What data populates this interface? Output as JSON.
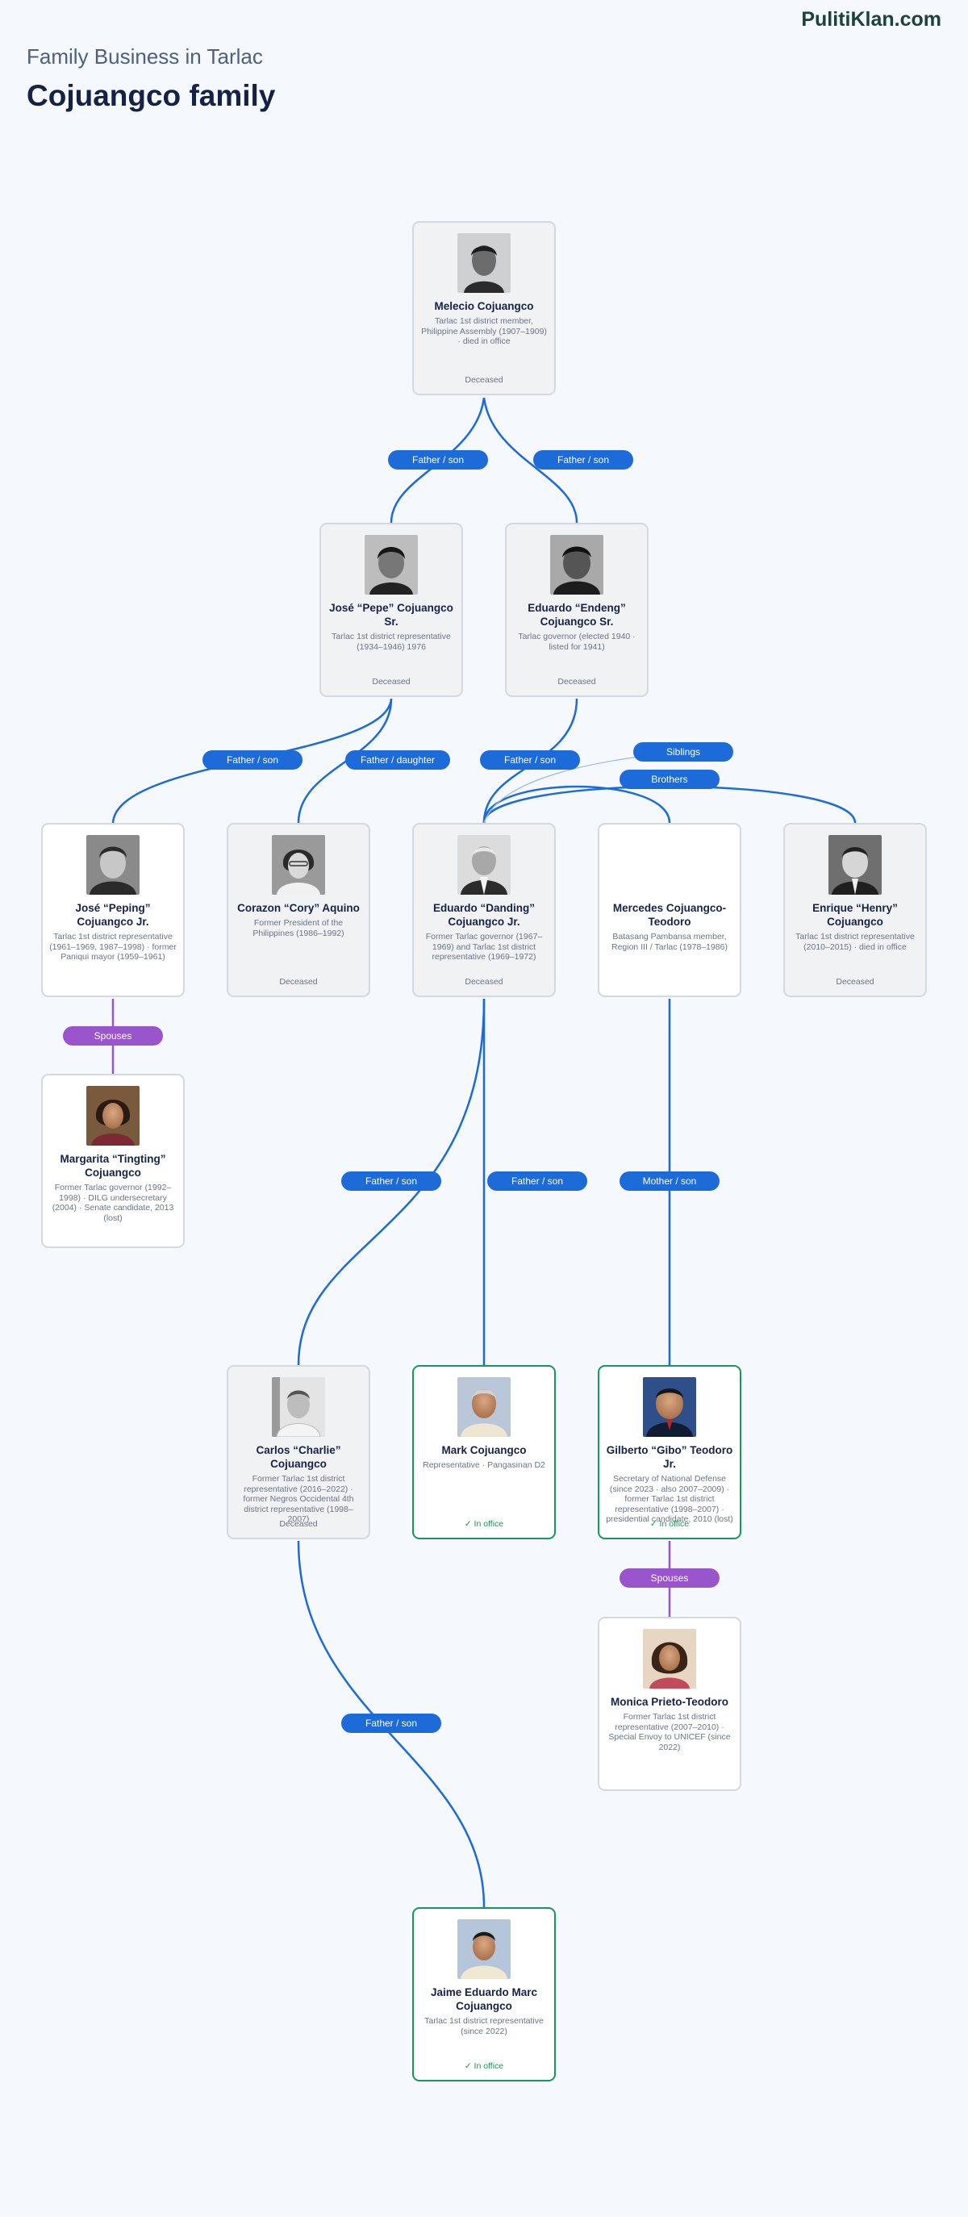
{
  "header": {
    "brand": "PulitiKlan.com",
    "kicker": "Family Business in Tarlac",
    "title": "Cojuangco family"
  },
  "colors": {
    "father_link": "#1c6bd9",
    "spouse_link": "#9a55cc",
    "in_office": "#169858",
    "card_border": "#d3d9e2"
  },
  "people": {
    "melecio": {
      "name": "Melecio Cojuangco",
      "desc": "Tarlac 1st district member, Philippine Assembly (1907–1909) · died in office",
      "status": "Deceased"
    },
    "pepe": {
      "name": "José “Pepe” Cojuangco Sr.",
      "desc": "Tarlac 1st district representative (1934–1946) 1976",
      "status": "Deceased"
    },
    "endeng": {
      "name": "Eduardo “Endeng” Cojuangco Sr.",
      "desc": "Tarlac governor (elected 1940 · listed for 1941)",
      "status": "Deceased"
    },
    "peping": {
      "name": "José “Peping” Cojuangco Jr.",
      "desc": "Tarlac 1st district representative (1961–1969, 1987–1998) · former Paniqui mayor (1959–1961)",
      "status": ""
    },
    "cory": {
      "name": "Corazon “Cory” Aquino",
      "desc": "Former President of the Philippines (1986–1992)",
      "status": "Deceased"
    },
    "danding": {
      "name": "Eduardo “Danding” Cojuangco Jr.",
      "desc": "Former Tarlac governor (1967–1969) and Tarlac 1st district representative (1969–1972)",
      "status": "Deceased"
    },
    "mercedes": {
      "name": "Mercedes Cojuangco-Teodoro",
      "desc": "Batasang Pambansa member, Region III / Tarlac (1978–1986)",
      "status": ""
    },
    "henry": {
      "name": "Enrique “Henry” Cojuangco",
      "desc": "Tarlac 1st district representative (2010–2015) · died in office",
      "status": "Deceased"
    },
    "tingting": {
      "name": "Margarita “Tingting” Cojuangco",
      "desc": "Former Tarlac governor (1992–1998) · DILG undersecretary (2004) · Senate candidate, 2013 (lost)",
      "status": ""
    },
    "charlie": {
      "name": "Carlos “Charlie” Cojuangco",
      "desc": "Former Tarlac 1st district representative (2016–2022) · former Negros Occidental 4th district representative (1998–2007)",
      "status": "Deceased"
    },
    "mark": {
      "name": "Mark Cojuangco",
      "desc": "Representative · Pangasinan D2",
      "status": "✓ In office"
    },
    "gibo": {
      "name": "Gilberto “Gibo” Teodoro Jr.",
      "desc": "Secretary of National Defense (since 2023 · also 2007–2009) · former Tarlac 1st district representative (1998–2007) · presidential candidate, 2010 (lost)",
      "status": "✓ In office"
    },
    "monica": {
      "name": "Monica Prieto-Teodoro",
      "desc": "Former Tarlac 1st district representative (2007–2010) · Special Envoy to UNICEF (since 2022)",
      "status": ""
    },
    "jaime": {
      "name": "Jaime Eduardo Marc Cojuangco",
      "desc": "Tarlac 1st district representative (since 2022)",
      "status": "✓ In office"
    }
  },
  "relations": {
    "melecio_pepe": "Father / son",
    "melecio_endeng": "Father / son",
    "pepe_peping": "Father / son",
    "pepe_cory": "Father / daughter",
    "endeng_danding": "Father / son",
    "siblings": "Siblings",
    "brothers": "Brothers",
    "peping_tingting": "Spouses",
    "danding_charlie": "Father / son",
    "danding_mark": "Father / son",
    "mercedes_gibo": "Mother / son",
    "gibo_monica": "Spouses",
    "charlie_jaime": "Father / son"
  }
}
